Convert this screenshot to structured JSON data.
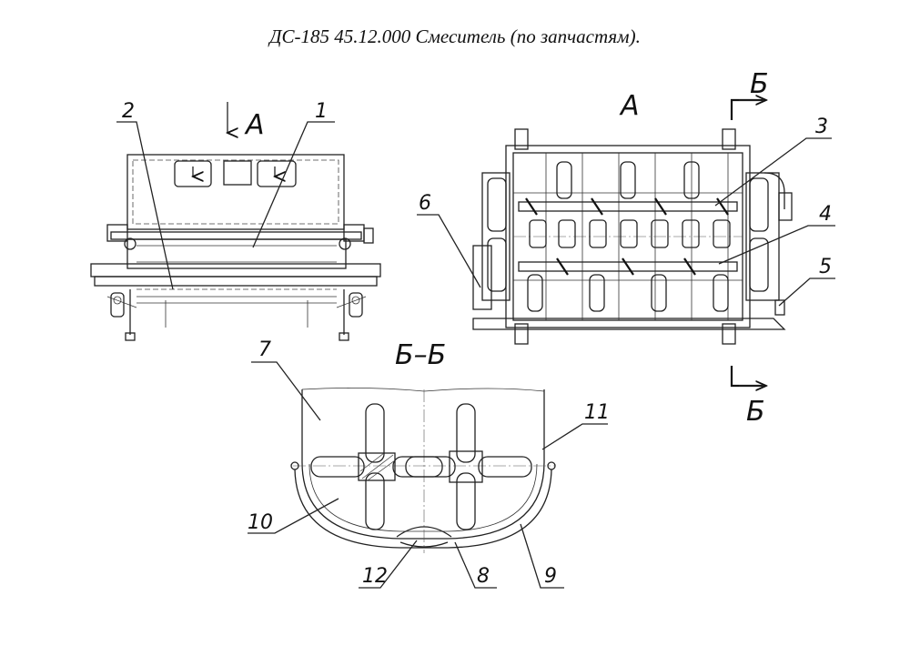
{
  "title": "ДС-185 45.12.000 Смеситель (по запчастям).",
  "views": {
    "front_arrow_label": "А",
    "plan_label": "А",
    "section_cut_label_top": "Б",
    "section_cut_label_bottom": "Б",
    "section_label": "Б–Б"
  },
  "callouts": [
    "1",
    "2",
    "3",
    "4",
    "5",
    "6",
    "7",
    "8",
    "9",
    "10",
    "11",
    "12"
  ]
}
